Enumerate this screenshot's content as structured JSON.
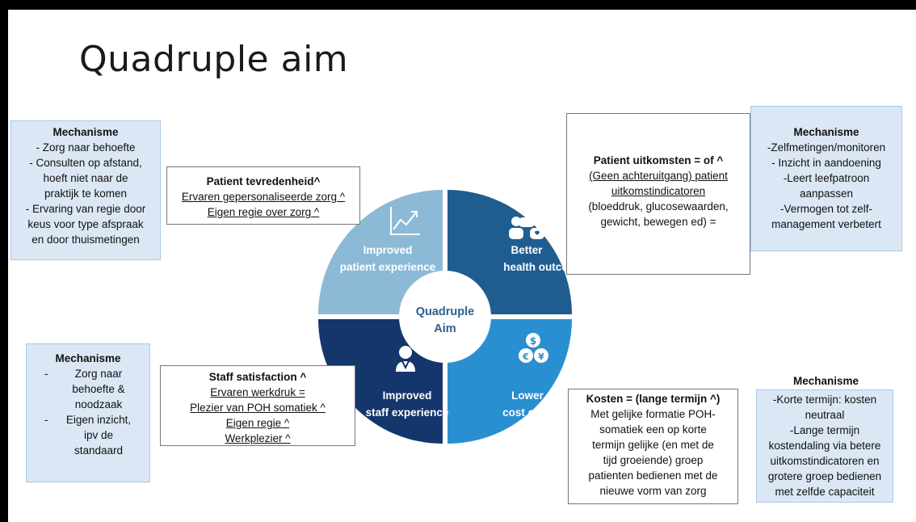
{
  "slide": {
    "title": "Quadruple aim"
  },
  "diagram": {
    "center_label_line1": "Quadruple",
    "center_label_line2": "Aim",
    "quadrants": {
      "top_left": {
        "line1": "Improved",
        "line2": "patient experience",
        "icon": "chart-trend-icon",
        "color": "#8cbad6"
      },
      "top_right": {
        "line1": "Better",
        "line2": "health outcor",
        "icon": "people-group-icon",
        "color": "#1f5d91"
      },
      "bottom_left": {
        "line1": "Improved",
        "line2": "staff experience",
        "icon": "doctor-icon",
        "color": "#14366d"
      },
      "bottom_right": {
        "line1": "Lower",
        "line2": "cost of care",
        "icon": "currency-coins-icon",
        "color": "#2a8fd0"
      }
    }
  },
  "mech_top_left": {
    "heading": "Mechanisme",
    "lines": [
      "- Zorg naar behoefte",
      "- Consulten op afstand,",
      "hoeft niet naar de",
      "praktijk te komen",
      "- Ervaring van regie door",
      "keus voor type afspraak",
      "en door thuismetingen"
    ]
  },
  "patient_satisfaction": {
    "heading": "Patient tevredenheid^",
    "lines": [
      "Ervaren gepersonaliseerde zorg ^",
      "Eigen regie over zorg ^"
    ]
  },
  "patient_outcomes": {
    "heading": "Patient uitkomsten = of ^",
    "underlined": [
      "(Geen achteruitgang) patient",
      "uitkomstindicatoren"
    ],
    "lines": [
      "(bloeddruk, glucosewaarden,",
      "gewicht, bewegen ed) ="
    ]
  },
  "mech_top_right": {
    "heading": "Mechanisme",
    "lines": [
      "-Zelfmetingen/monitoren",
      "-  Inzicht in aandoening",
      "-Leert leefpatroon",
      "aanpassen",
      "-Vermogen tot zelf-",
      "management verbetert"
    ]
  },
  "mech_bottom_left": {
    "heading": "Mechanisme",
    "items": [
      {
        "dash": "-",
        "lines": [
          "Zorg naar",
          "behoefte &",
          "noodzaak"
        ]
      },
      {
        "dash": "-",
        "lines": [
          "Eigen inzicht,",
          "ipv de",
          "standaard"
        ]
      }
    ]
  },
  "staff_satisfaction": {
    "heading": "Staff satisfaction ^",
    "lines": [
      "Ervaren werkdruk =",
      "Plezier van POH somatiek ^",
      "Eigen regie ^",
      "Werkplezier ^"
    ]
  },
  "costs": {
    "heading": "Kosten = (lange termijn ^)",
    "lines": [
      "Met gelijke formatie POH-",
      "somatiek een op korte",
      "termijn gelijke (en met de",
      "tijd groeiende) groep",
      "patienten bedienen met de",
      "nieuwe vorm van zorg"
    ]
  },
  "mech_bottom_right": {
    "heading": "Mechanisme",
    "lines": [
      "-Korte termijn: kosten",
      "neutraal",
      "-Lange termijn",
      "kostendaling via betere",
      "uitkomstindicatoren en",
      "grotere groep bedienen",
      "met zelfde capaciteit"
    ]
  }
}
